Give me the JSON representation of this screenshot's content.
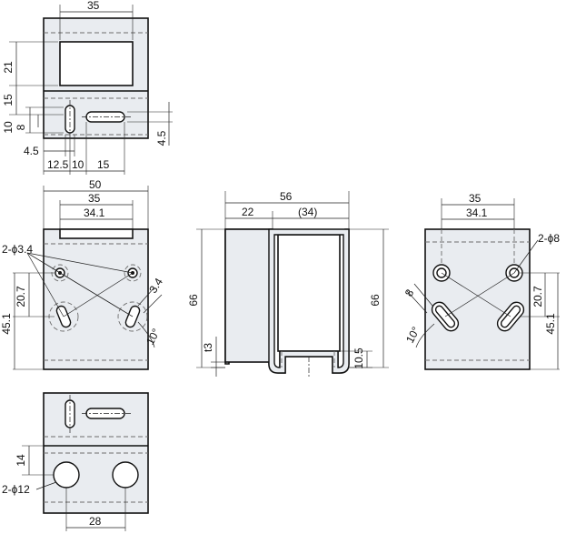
{
  "drawing": {
    "top_view": {
      "width": "35",
      "height_upper": "21",
      "height_lower": "15",
      "slot_dim_10": "10",
      "slot_dim_8": "8",
      "slot_offset_45": "4.5",
      "bottom_45": "4.5",
      "pos_125": "12.5",
      "pos_10": "10",
      "pos_15": "15"
    },
    "front_view": {
      "overall_width": "50",
      "width_35": "35",
      "width_341": "34.1",
      "hole_callout": "2-ϕ3.4",
      "vert_207": "20.7",
      "vert_451": "45.1",
      "angle_10": "10°",
      "slot_34": "3.4"
    },
    "side_view": {
      "width_56": "56",
      "width_22": "22",
      "width_34p": "(34)",
      "height_left": "66",
      "height_right": "66",
      "thickness": "t3",
      "bottom_105": "10.5"
    },
    "rear_view": {
      "width_35": "35",
      "width_341": "34.1",
      "hole_callout": "2-ϕ8",
      "slot_8": "8",
      "angle_10": "10°",
      "vert_207": "20.7",
      "vert_451": "45.1"
    },
    "bottom_view": {
      "height_14": "14",
      "hole_callout": "2-ϕ12",
      "spacing_28": "28"
    }
  }
}
